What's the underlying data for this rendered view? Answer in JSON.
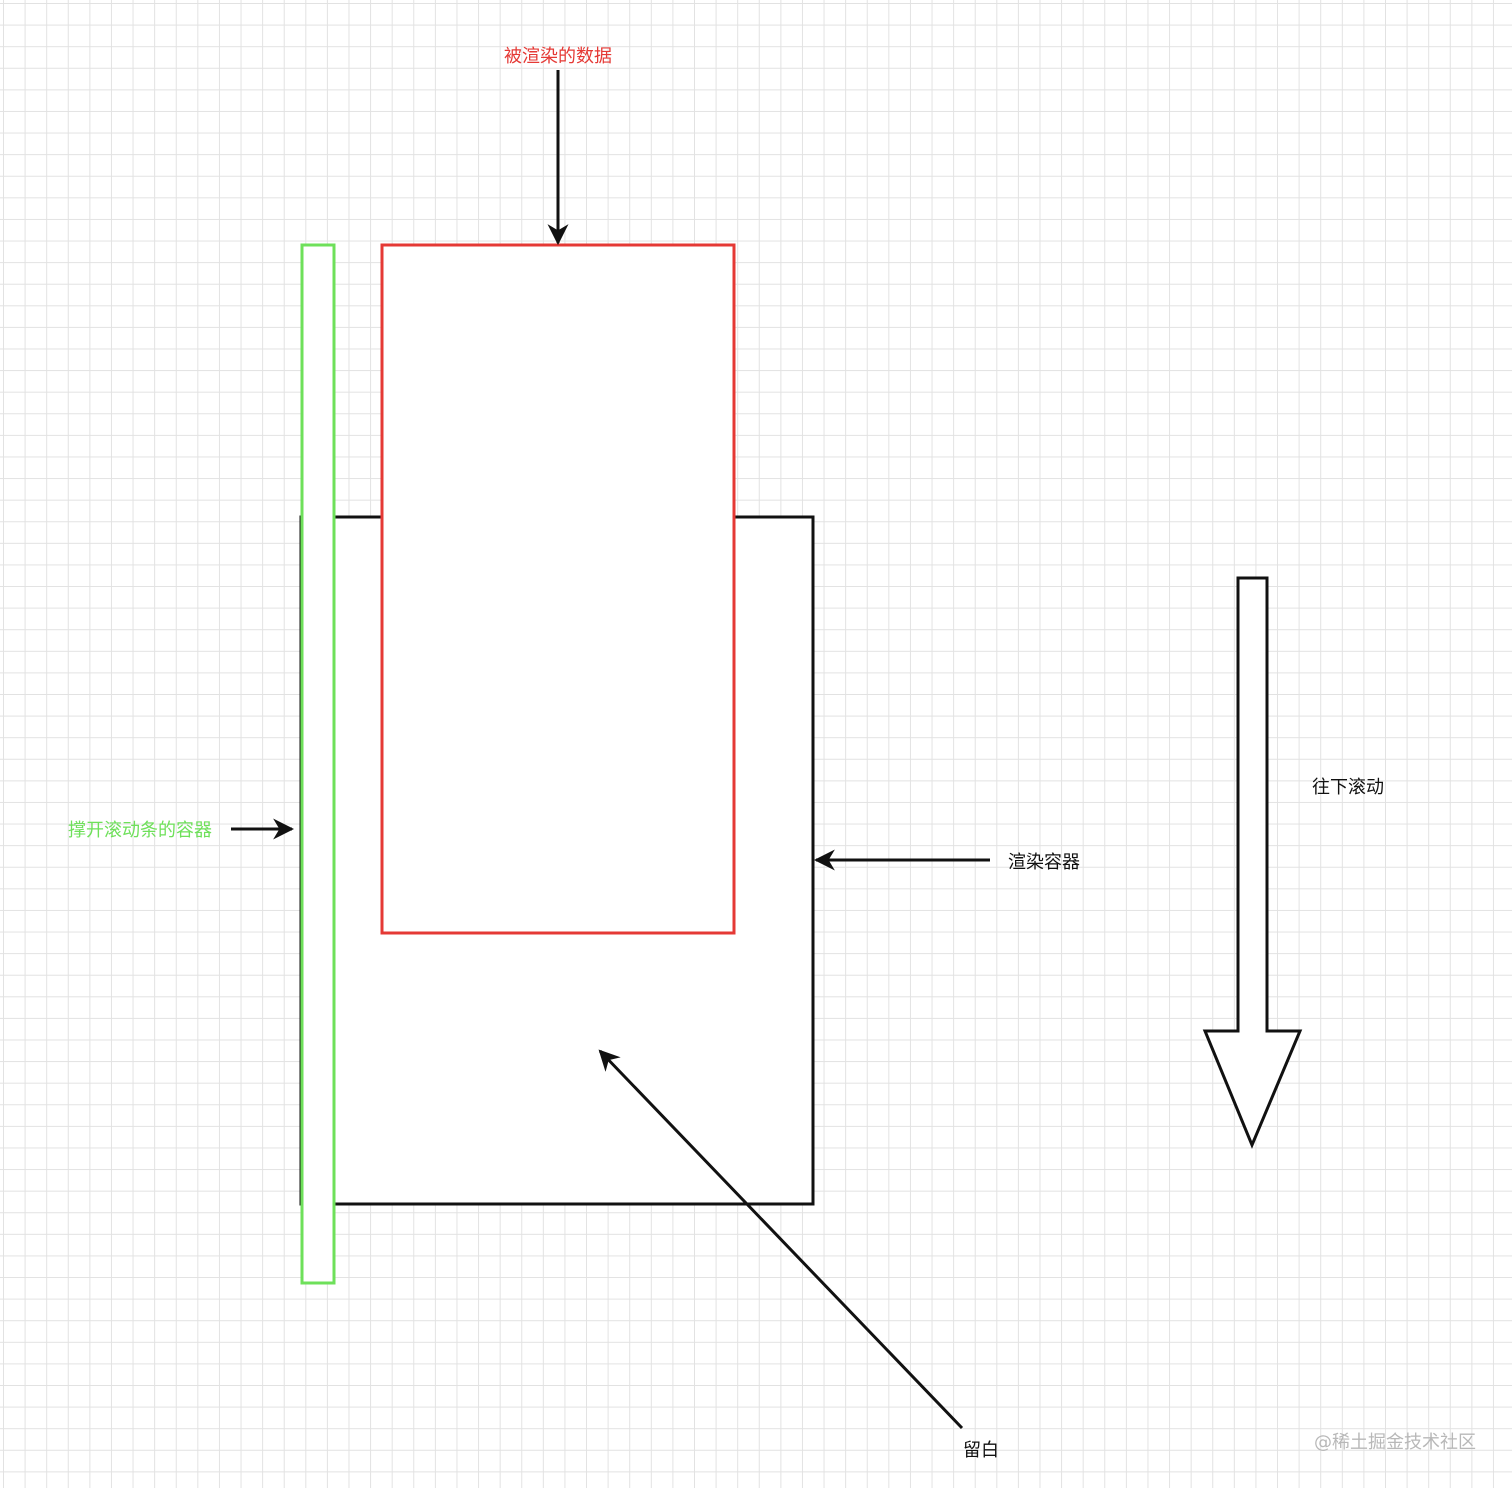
{
  "labels": {
    "rendered_data": "被渲染的数据",
    "scroll_expander": "撑开滚动条的容器",
    "render_container": "渲染容器",
    "scroll_down": "往下滚动",
    "blank_space": "留白"
  },
  "watermark": "@稀土掘金技术社区",
  "colors": {
    "rendered_data": "#e53935",
    "scroll_expander": "#6ee05a",
    "render_container": "#111111",
    "text_default": "#111111"
  }
}
